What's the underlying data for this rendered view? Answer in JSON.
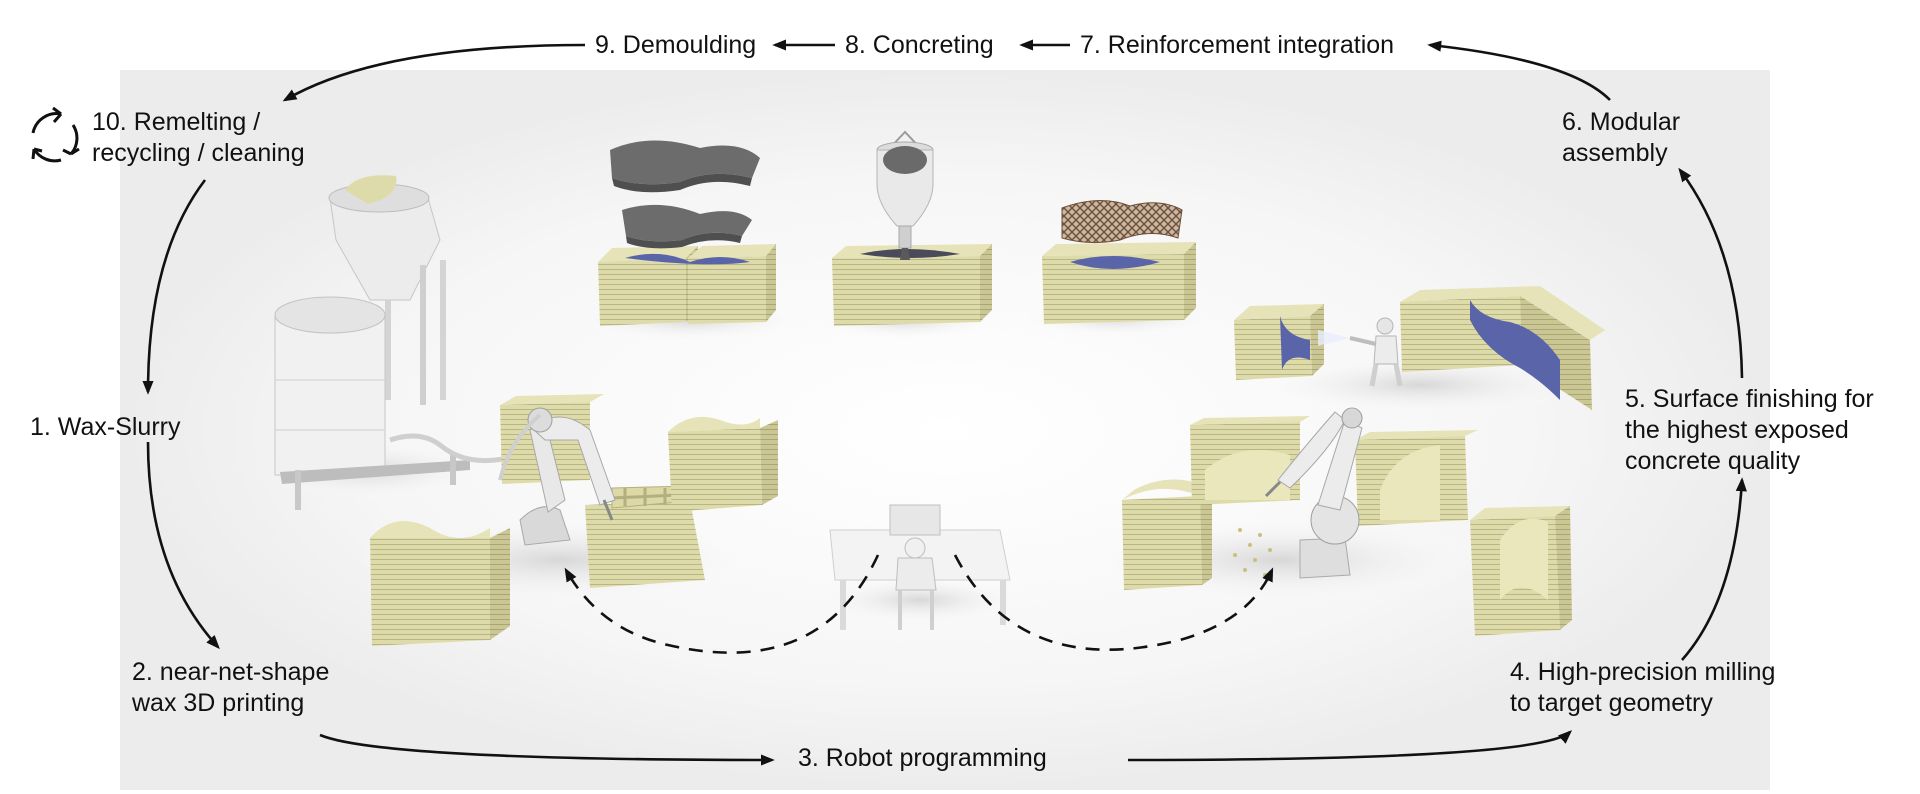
{
  "steps": {
    "s1": {
      "line1": "1. Wax-Slurry"
    },
    "s2": {
      "line1": "2. near-net-shape",
      "line2": "wax 3D printing"
    },
    "s3": {
      "line1": "3. Robot programming"
    },
    "s4": {
      "line1": "4. High-precision milling",
      "line2": "to target geometry"
    },
    "s5": {
      "line1": "5. Surface finishing for",
      "line2": "the highest exposed",
      "line3": "concrete quality"
    },
    "s6": {
      "line1": "6. Modular",
      "line2": "assembly"
    },
    "s7": {
      "line1": "7. Reinforcement integration"
    },
    "s8": {
      "line1": "8. Concreting"
    },
    "s9": {
      "line1": "9. Demoulding"
    },
    "s10": {
      "line1": "10. Remelting /",
      "line2": "recycling / cleaning"
    }
  },
  "colors": {
    "wax": "#dcd9a6",
    "wax_dark": "#bdb987",
    "formwork_surface": "#5a64a8",
    "concrete": "#6c6c6c",
    "machine": "#e8e8e8",
    "arrow": "#111111"
  },
  "icons": [
    "recycle-icon"
  ]
}
